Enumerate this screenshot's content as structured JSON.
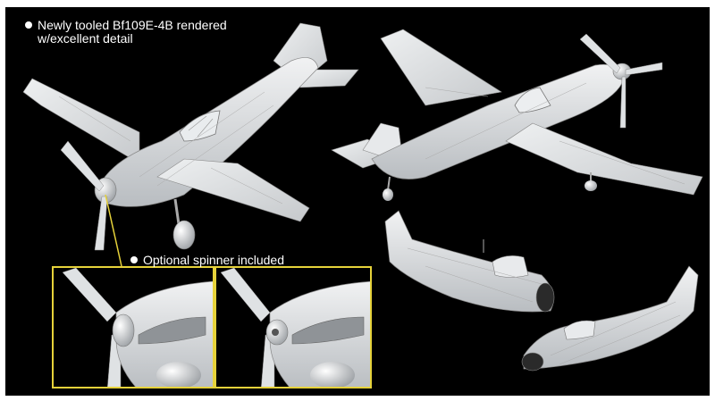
{
  "captions": {
    "feature_1": "Newly tooled Bf109E-4B rendered w/excellent detail",
    "feature_1_line1": "Newly tooled Bf109E-4B rendered",
    "feature_1_line2": "w/excellent detail",
    "feature_2": "Optional spinner included"
  },
  "colors": {
    "background": "#000000",
    "model_grey": "#d9dcdf",
    "inset_border": "#e6d23a",
    "caption_text": "#ffffff"
  },
  "images": {
    "views": [
      "main-aircraft-view",
      "top-aircraft-view",
      "fuselage-left-half",
      "fuselage-right-half"
    ],
    "insets": [
      "spinner-option-a",
      "spinner-option-b"
    ]
  }
}
